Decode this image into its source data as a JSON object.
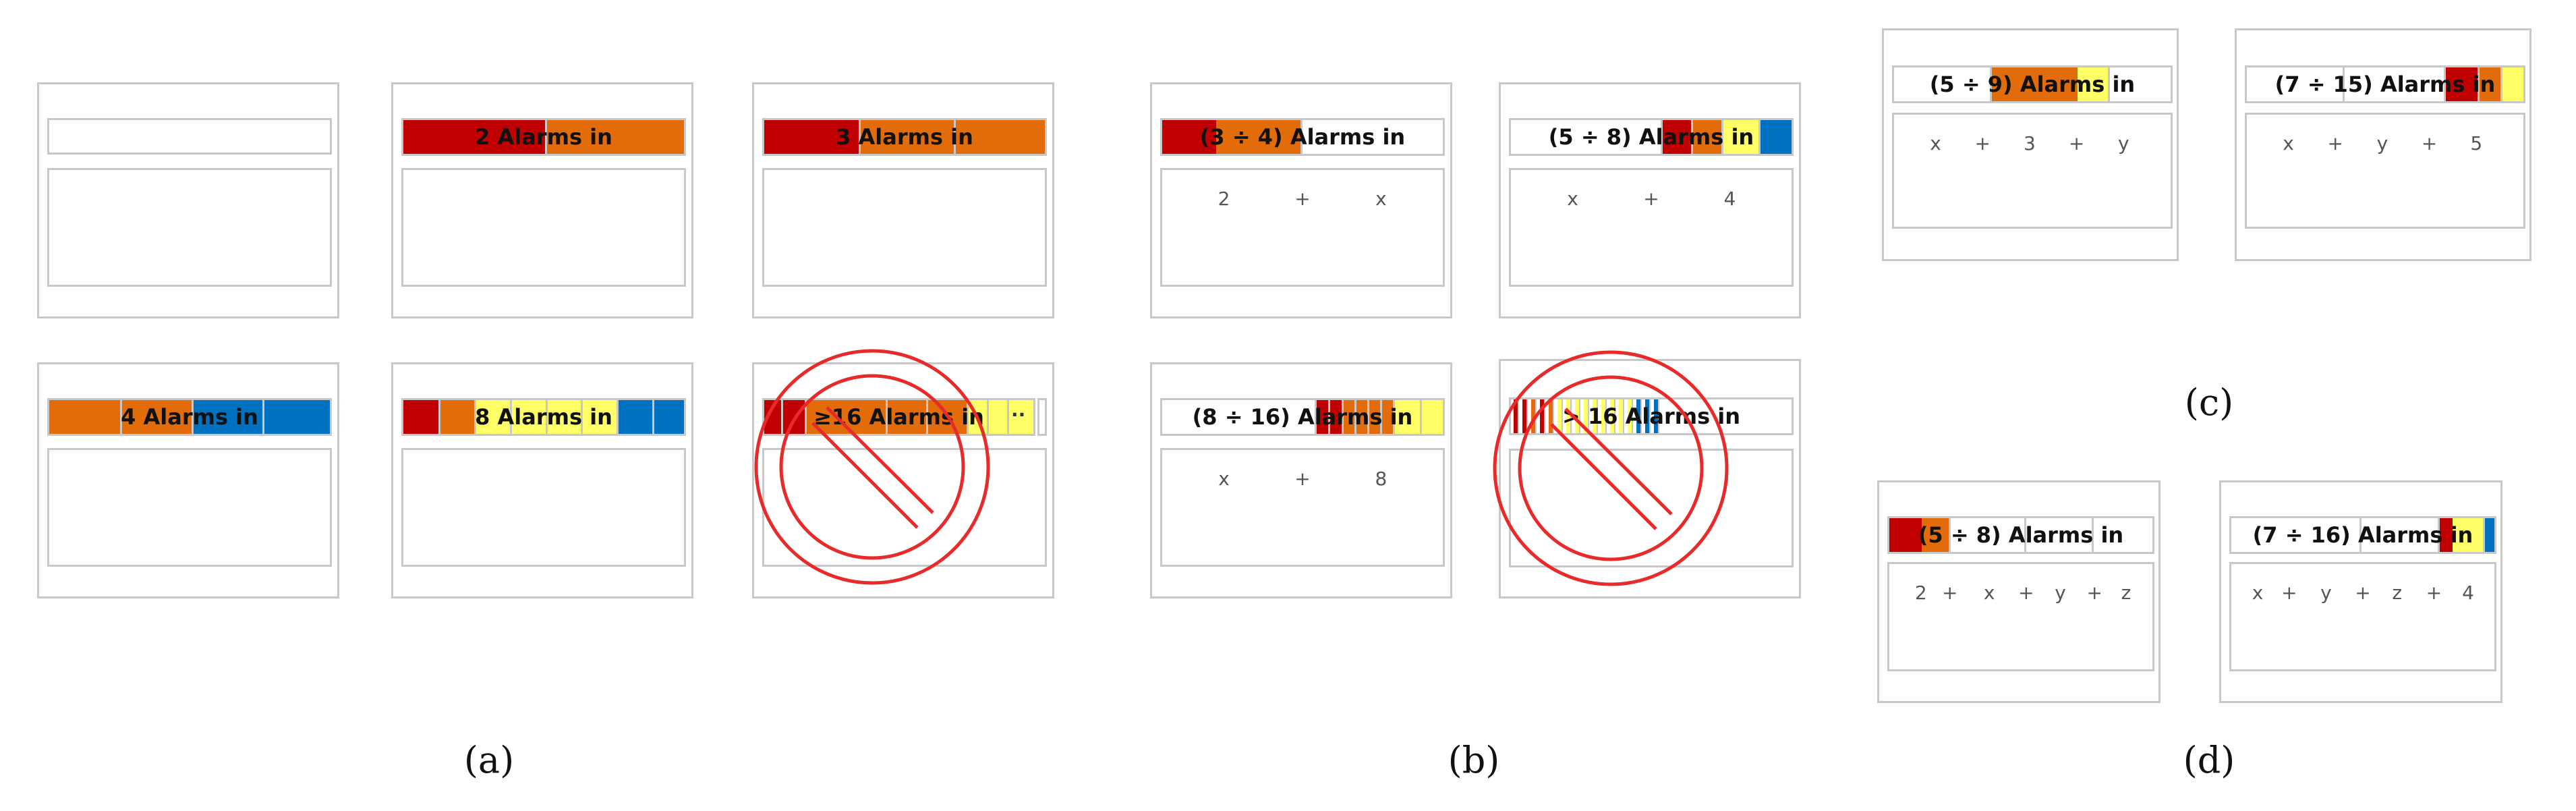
{
  "colors": {
    "red": "#c00000",
    "orange": "#e36c0a",
    "yellow": "#ffff66",
    "blue": "#0070c0",
    "border": "#c8c8c8",
    "forbidden": "#e82a2a"
  },
  "captions": {
    "a": "(a)",
    "b": "(b)",
    "c": "(c)",
    "d": "(d)"
  },
  "panels": {
    "a1": {
      "label": ""
    },
    "a2": {
      "label": "2 Alarms in"
    },
    "a3": {
      "label": "3 Alarms in"
    },
    "a4": {
      "label": "4 Alarms in"
    },
    "a5": {
      "label": "8 Alarms in"
    },
    "a6": {
      "label": "≥16 Alarms in",
      "more": "··",
      "forbidden": true
    },
    "b1": {
      "label": "(3 ÷ 4) Alarms in",
      "formula": [
        "2",
        "+",
        "x"
      ]
    },
    "b2": {
      "label": "(5 ÷ 8) Alarms in",
      "formula": [
        "x",
        "+",
        "4"
      ]
    },
    "b3": {
      "label": "(8 ÷ 16) Alarms in",
      "formula": [
        "x",
        "+",
        "8"
      ]
    },
    "b4": {
      "label": "> 16 Alarms in",
      "forbidden": true
    },
    "c1": {
      "label": "(5 ÷ 9) Alarms in",
      "formula": [
        "x",
        "+",
        "3",
        "+",
        "y"
      ]
    },
    "c2": {
      "label": "(7 ÷ 15) Alarms in",
      "formula": [
        "x",
        "+",
        "y",
        "+",
        "5"
      ]
    },
    "d1": {
      "label": "(5 ÷ 8) Alarms in",
      "formula": [
        "2",
        "+",
        "x",
        "+",
        "y",
        "+",
        "z"
      ]
    },
    "d2": {
      "label": "(7 ÷ 16) Alarms in",
      "formula": [
        "x",
        "+",
        "y",
        "+",
        "z",
        "+",
        "4"
      ]
    }
  }
}
